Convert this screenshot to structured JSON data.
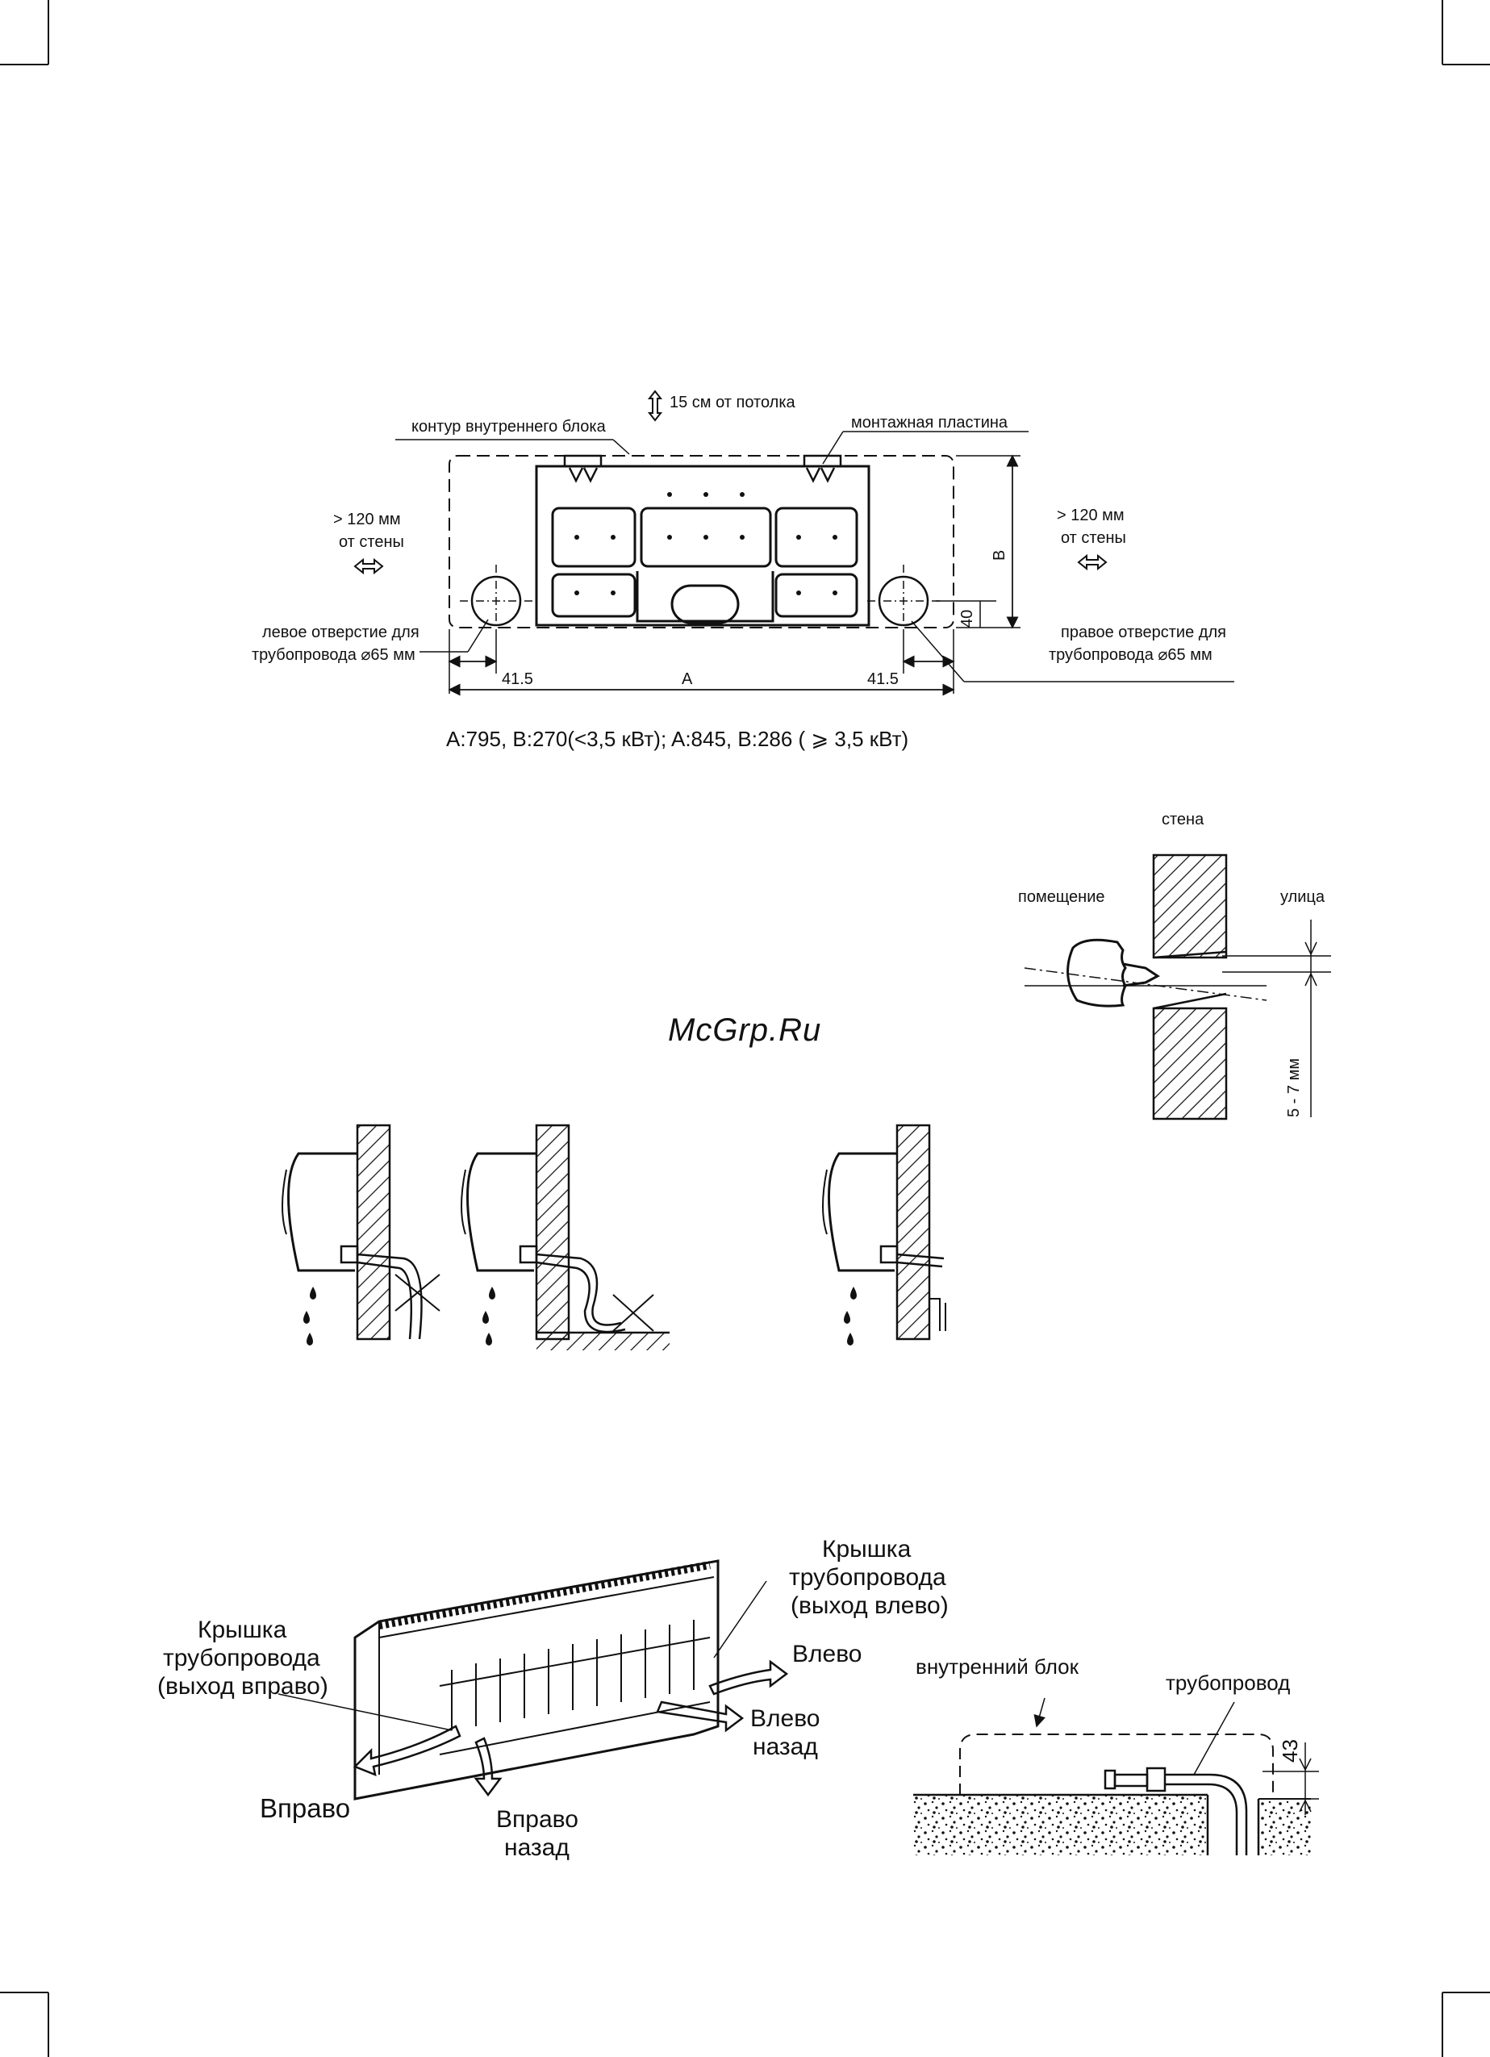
{
  "mounting_plate": {
    "ceiling_note": "15 см от потолка",
    "indoor_outline_label": "контур внутреннего блока",
    "plate_label": "монтажная пластина",
    "left_wall": {
      "line1": "> 120 мм",
      "line2": "от стены"
    },
    "right_wall": {
      "line1": "> 120 мм",
      "line2": "от стены"
    },
    "left_hole": {
      "line1": "левое отверстие для",
      "line2": "трубопровода ⌀65 мм"
    },
    "right_hole": {
      "line1": "правое отверстие для",
      "line2": "трубопровода ⌀65 мм"
    },
    "dim_left": "41.5",
    "dim_right": "41.5",
    "dim_a": "A",
    "dim_b": "B",
    "dim_40": "40",
    "spec": "A:795, B:270(<3,5 кВт); A:845, B:286 ( ⩾ 3,5 кВт)"
  },
  "wall_hole": {
    "wall": "стена",
    "room": "помещение",
    "street": "улица",
    "slope": "5 - 7 мм"
  },
  "watermark": "McGrp.Ru",
  "pipe_outlet": {
    "cover_left_line1": "Крышка",
    "cover_left_line2": "трубопровода",
    "cover_left_line3": "(выход влево)",
    "cover_right_line1": "Крышка",
    "cover_right_line2": "трубопровода",
    "cover_right_line3": "(выход вправо)",
    "left": "Влево",
    "left_back_line1": "Влево",
    "left_back_line2": "назад",
    "right": "Вправо",
    "right_back_line1": "Вправо",
    "right_back_line2": "назад"
  },
  "pipe_section": {
    "indoor_unit": "внутренний блок",
    "pipe": "трубопровод",
    "dim": "43"
  }
}
